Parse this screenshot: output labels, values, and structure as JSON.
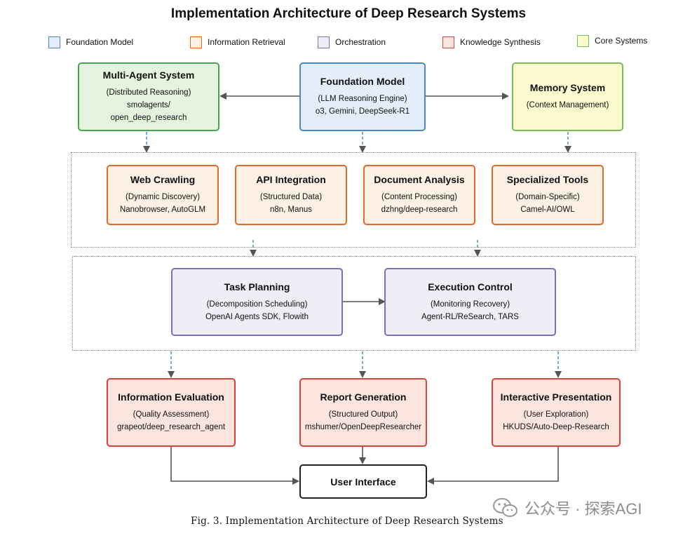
{
  "title": "Implementation Architecture of Deep Research Systems",
  "legend": [
    {
      "label": "Foundation Model",
      "fill": "#e3eefa",
      "stroke": "#4a86c8"
    },
    {
      "label": "Information Retrieval",
      "fill": "#fdf0e5",
      "stroke": "#de6a27"
    },
    {
      "label": "Orchestration",
      "fill": "#efedf6",
      "stroke": "#7e6fb6"
    },
    {
      "label": "Knowledge Synthesis",
      "fill": "#fde5df",
      "stroke": "#d8423f"
    },
    {
      "label": "Core Systems",
      "fill": "#fbfbcf",
      "stroke": "#79bb56"
    }
  ],
  "nodes": {
    "multi_agent": {
      "name": "Multi-Agent System",
      "line1": "(Distributed Reasoning)",
      "line2": "smolagents/",
      "line3": "open_deep_research"
    },
    "foundation": {
      "name": "Foundation Model",
      "line1": "(LLM Reasoning Engine)",
      "line2": "o3, Gemini, DeepSeek-R1"
    },
    "memory": {
      "name": "Memory System",
      "line1": "(Context Management)"
    },
    "web_crawling": {
      "name": "Web Crawling",
      "line1": "(Dynamic Discovery)",
      "line2": "Nanobrowser, AutoGLM"
    },
    "api_integration": {
      "name": "API Integration",
      "line1": "(Structured Data)",
      "line2": "n8n, Manus"
    },
    "document_analysis": {
      "name": "Document Analysis",
      "line1": "(Content Processing)",
      "line2": "dzhng/deep-research"
    },
    "specialized_tools": {
      "name": "Specialized Tools",
      "line1": "(Domain-Specific)",
      "line2": "Camel-AI/OWL"
    },
    "task_planning": {
      "name": "Task Planning",
      "line1": "(Decomposition Scheduling)",
      "line2": "OpenAI Agents SDK, Flowith"
    },
    "execution_control": {
      "name": "Execution Control",
      "line1": "(Monitoring Recovery)",
      "line2": "Agent-RL/ReSearch, TARS"
    },
    "information_evaluation": {
      "name": "Information Evaluation",
      "line1": "(Quality Assessment)",
      "line2": "grapeot/deep_research_agent"
    },
    "report_generation": {
      "name": "Report Generation",
      "line1": "(Structured Output)",
      "line2": "mshumer/OpenDeepResearcher"
    },
    "interactive_presentation": {
      "name": "Interactive Presentation",
      "line1": "(User Exploration)",
      "line2": "HKUDS/Auto-Deep-Research"
    },
    "user_interface": {
      "name": "User Interface"
    }
  },
  "colors": {
    "arrow_solid": "#555555",
    "arrow_dashed": "#3d86b8"
  },
  "caption": "Fig. 3. Implementation Architecture of Deep Research Systems",
  "watermark": {
    "text": "公众号 · 探索AGI",
    "icon": "wechat-icon"
  }
}
